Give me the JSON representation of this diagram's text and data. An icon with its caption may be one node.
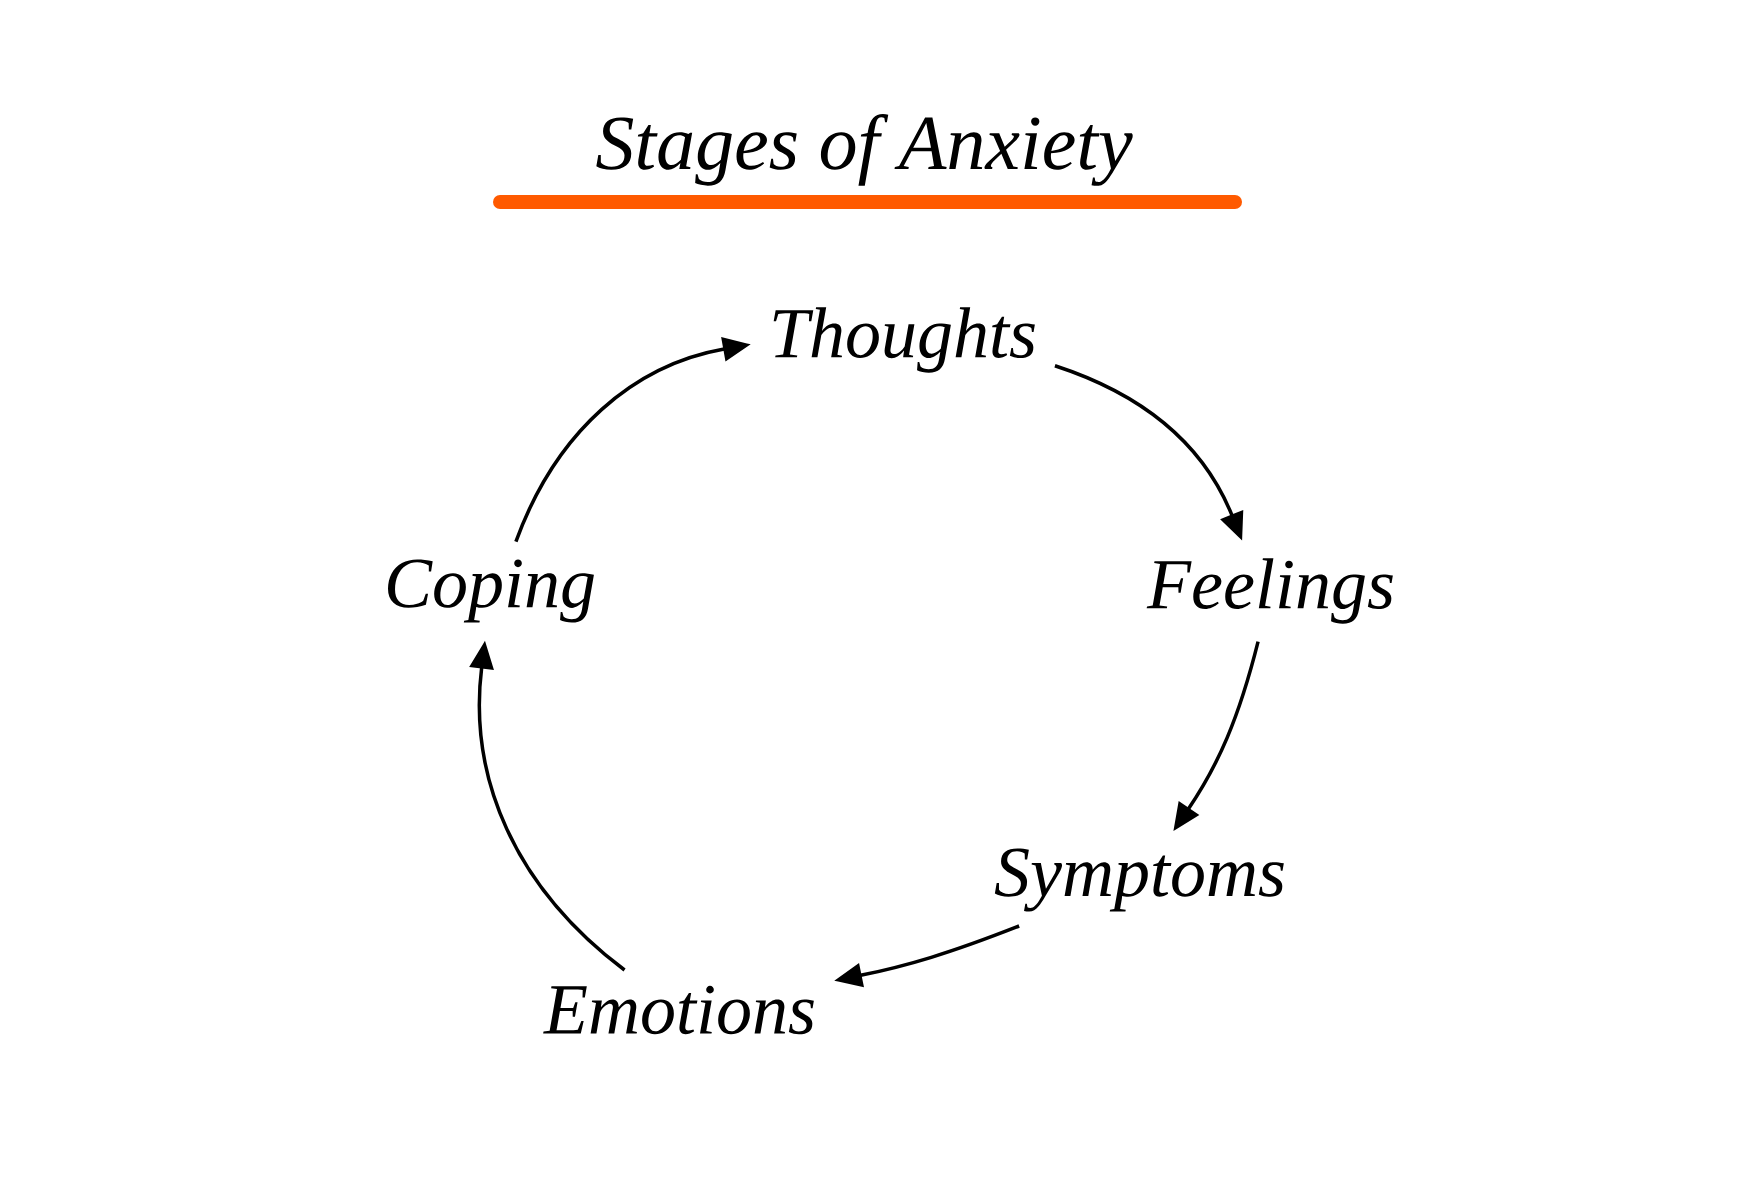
{
  "diagram": {
    "title": "Stages of Anxiety",
    "nodes": [
      {
        "text": [
          "Thoughts"
        ]
      },
      {
        "text": [
          "Feelings"
        ]
      },
      {
        "text": [
          "Symptoms"
        ]
      },
      {
        "text": [
          "Emotions"
        ]
      },
      {
        "text": [
          "Coping"
        ]
      }
    ],
    "edges": [
      {
        "from": 0,
        "to": 1,
        "arrow": "to"
      },
      {
        "from": 1,
        "to": 2,
        "arrow": "to"
      },
      {
        "from": 2,
        "to": 3,
        "arrow": "to"
      },
      {
        "from": 3,
        "to": 4,
        "arrow": "to"
      },
      {
        "from": 4,
        "to": 0,
        "arrow": "to"
      }
    ]
  }
}
